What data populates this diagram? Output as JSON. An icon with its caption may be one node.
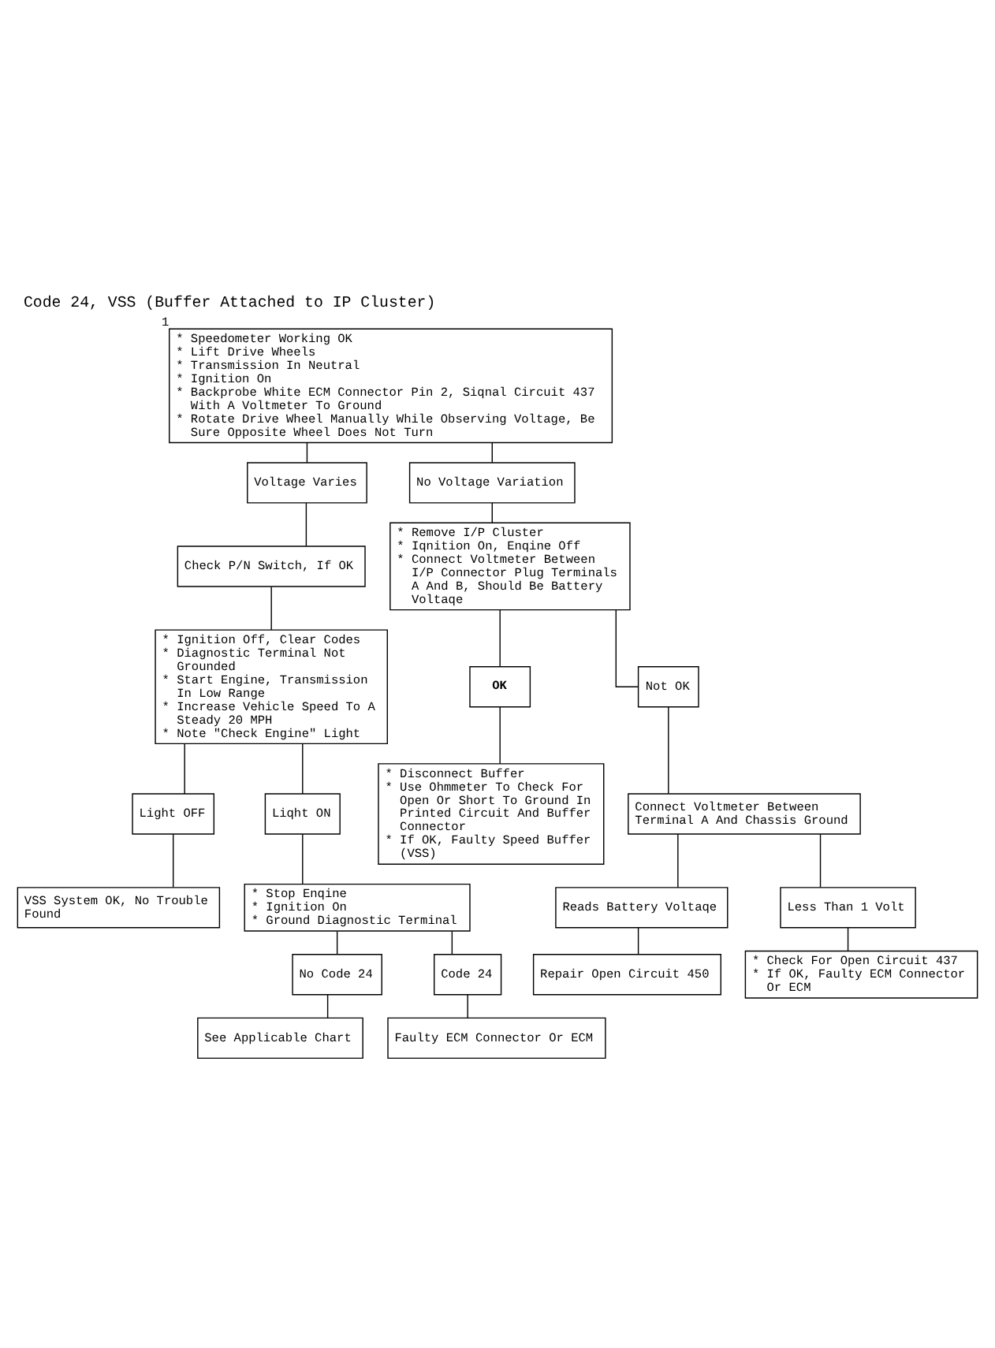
{
  "diagram": {
    "title": "Code 24, VSS (Buffer Attached to IP Cluster)",
    "nodes": [
      {
        "text": [
          "* Speedometer Working OK",
          "* Lift Drive Wheels",
          "* Transmission In Neutral",
          "* Ignition On",
          "* Backprobe White ECM Connector Pin 2, Siqnal Circuit 437 With A Voltmeter To Ground",
          "* Rotate Drive Wheel Manually While Observing Voltage, Be Sure Opposite Wheel Does Not Turn"
        ],
        "beside": [
          "1"
        ]
      },
      {
        "text": [
          "Voltage Varies"
        ]
      },
      {
        "text": [
          "No Voltage Variation"
        ]
      },
      {
        "text": [
          "Check P/N Switch, If OK"
        ]
      },
      {
        "text": [
          "* Ignition Off, Clear Codes",
          "* Diagnostic Terminal Not Grounded",
          "* Start Engine, Transmission In Low Range",
          "* Increase Vehicle Speed To A Steady 20 MPH",
          "* Note \"Check Engine\" Light"
        ]
      },
      {
        "text": [
          "Light OFF"
        ]
      },
      {
        "text": [
          "VSS System OK, No Trouble Found"
        ]
      },
      {
        "text": [
          "Liqht ON"
        ]
      },
      {
        "text": [
          "* Stop Enqine",
          "* Ignition On",
          "* Ground Diagnostic Terminal"
        ]
      },
      {
        "text": [
          "No Code 24"
        ]
      },
      {
        "text": [
          "See Applicable Chart"
        ]
      },
      {
        "text": [
          "Code 24"
        ]
      },
      {
        "text": [
          "Faulty ECM Connector Or ECM"
        ]
      },
      {
        "text": [
          "* Remove I/P Cluster",
          "* Iqnition On, Enqine Off",
          "* Connect Voltmeter Between I/P Connector Plug Terminals A And B, Should Be Battery Voltaqe"
        ]
      },
      {
        "text": [
          "OK"
        ]
      },
      {
        "text": [
          "* Disconnect Buffer",
          "* Use Ohmmeter To Check For Open Or Short To Ground In Printed Circuit And Buffer Connector",
          "* If OK, Faulty Speed Buffer (VSS)"
        ]
      },
      {
        "text": [
          "Not OK"
        ]
      },
      {
        "text": [
          "Connect Voltmeter Between Terminal A And Chassis Ground"
        ]
      },
      {
        "text": [
          "Reads Battery Voltaqe"
        ]
      },
      {
        "text": [
          "Repair Open Circuit 450"
        ]
      },
      {
        "text": [
          "Less Than 1 Volt"
        ]
      },
      {
        "text": [
          "* Check For Open Circuit 437",
          "* If OK, Faulty ECM Connector Or ECM"
        ]
      }
    ],
    "edges": [
      {
        "from": 0,
        "to": 1,
        "arrow": "none"
      },
      {
        "from": 0,
        "to": 2,
        "arrow": "none"
      },
      {
        "from": 1,
        "to": 3,
        "arrow": "none"
      },
      {
        "from": 3,
        "to": 4,
        "arrow": "none"
      },
      {
        "from": 4,
        "to": 5,
        "arrow": "none"
      },
      {
        "from": 5,
        "to": 6,
        "arrow": "none"
      },
      {
        "from": 4,
        "to": 7,
        "arrow": "none"
      },
      {
        "from": 7,
        "to": 8,
        "arrow": "none"
      },
      {
        "from": 8,
        "to": 9,
        "arrow": "none"
      },
      {
        "from": 9,
        "to": 10,
        "arrow": "none"
      },
      {
        "from": 8,
        "to": 11,
        "arrow": "none"
      },
      {
        "from": 11,
        "to": 12,
        "arrow": "none"
      },
      {
        "from": 2,
        "to": 13,
        "arrow": "none"
      },
      {
        "from": 13,
        "to": 14,
        "arrow": "none"
      },
      {
        "from": 14,
        "to": 15,
        "arrow": "none"
      },
      {
        "from": 13,
        "to": 16,
        "arrow": "none"
      },
      {
        "from": 16,
        "to": 17,
        "arrow": "none"
      },
      {
        "from": 17,
        "to": 18,
        "arrow": "none"
      },
      {
        "from": 18,
        "to": 19,
        "arrow": "none"
      },
      {
        "from": 17,
        "to": 20,
        "arrow": "none"
      },
      {
        "from": 20,
        "to": 21,
        "arrow": "none"
      }
    ]
  }
}
